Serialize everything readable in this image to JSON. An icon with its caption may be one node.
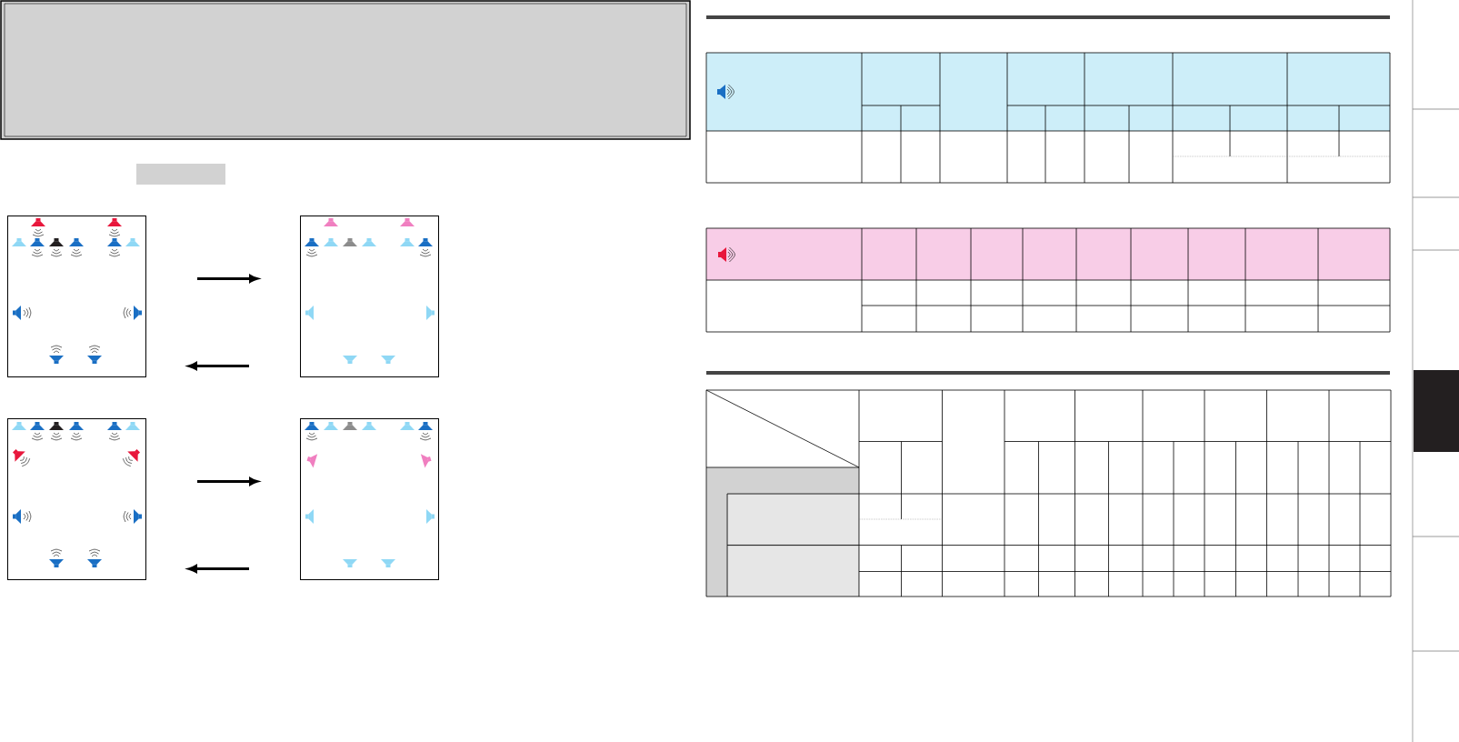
{
  "diagram": {
    "nodes": [
      {
        "text": [],
        "shape": "box"
      },
      {
        "text": [],
        "shape": "box"
      },
      {
        "text": [],
        "shape": "box"
      },
      {
        "text": [],
        "shape": "box"
      }
    ],
    "edges": [
      {
        "from": 0,
        "to": 1,
        "arrow": "to"
      },
      {
        "from": 1,
        "to": 0,
        "arrow": "to"
      },
      {
        "from": 2,
        "to": 3,
        "arrow": "to"
      },
      {
        "from": 3,
        "to": 2,
        "arrow": "to"
      }
    ]
  }
}
